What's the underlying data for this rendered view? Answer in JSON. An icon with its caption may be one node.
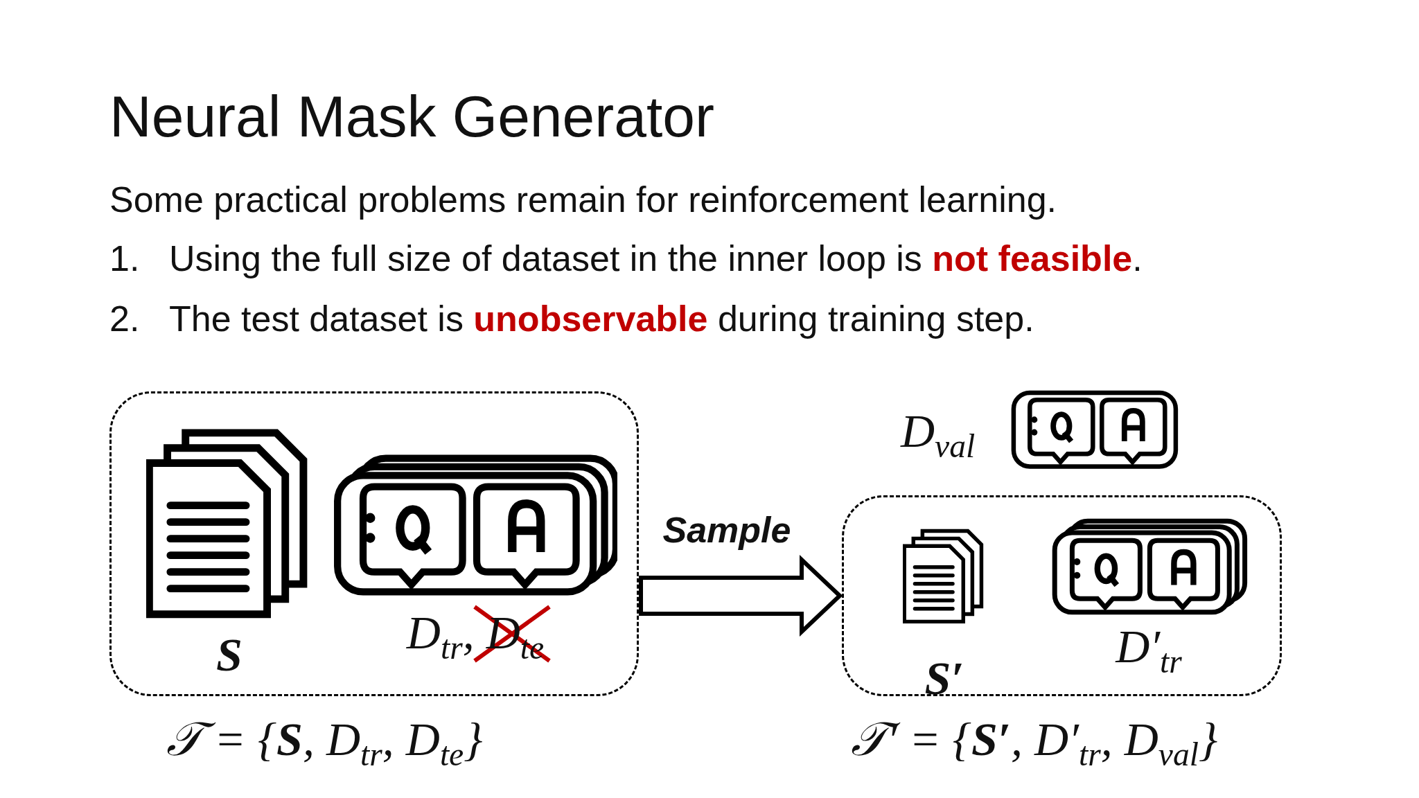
{
  "diagram": {
    "title": "Neural Mask Generator",
    "nodes": [
      {
        "text": [],
        "shape": "box"
      },
      {
        "text": [
          "S"
        ],
        "in": 0
      },
      {
        "text": [
          "D$_{tr}$, D$_{te}$"
        ],
        "in": 0
      },
      {
        "text": [],
        "shape": "box"
      },
      {
        "text": [
          "S′"
        ],
        "in": 3
      },
      {
        "text": [
          "D′$_{tr}$"
        ],
        "in": 3
      },
      {
        "text": [
          "D$_{val}$"
        ]
      }
    ],
    "edges": [
      {
        "from": 0,
        "to": 3,
        "arrow": "to",
        "label": "Sample",
        "style": "thick"
      }
    ],
    "labels": [
      "Some practical problems remain for reinforcement learning.",
      "1.",
      "Using the full size of dataset in the inner loop is **not feasible**.",
      "2.",
      "The test dataset is **unobservable** during training step.",
      "𝒯 = {**S**, D$_{tr}$, D$_{te}$}",
      "𝒯′ = {**S′**, D′$_{tr}$, D$_{val}$}"
    ]
  }
}
